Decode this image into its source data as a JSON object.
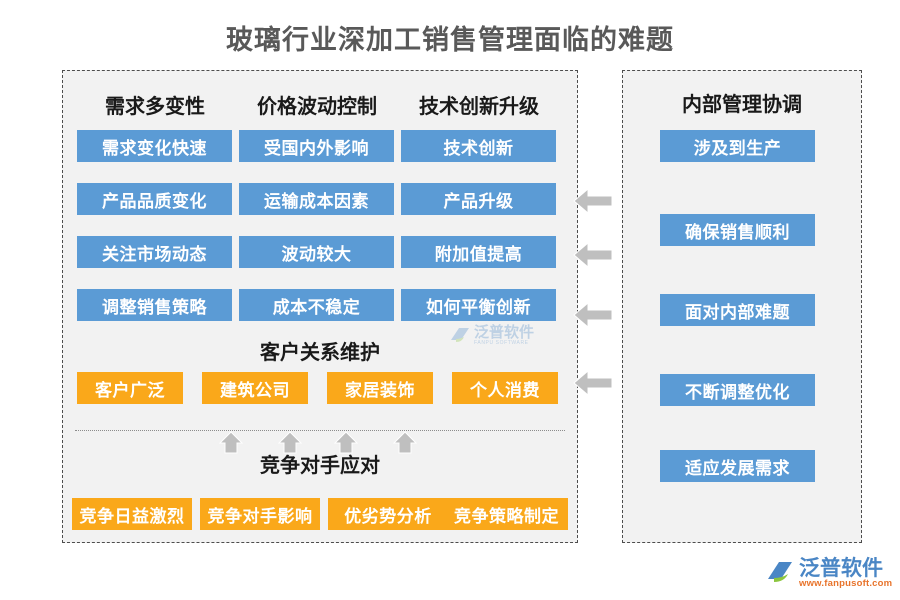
{
  "title": "玻璃行业深加工销售管理面临的难题",
  "colors": {
    "blue": "#5B9BD5",
    "orange": "#FAA81A",
    "panel_bg": "#F2F2F2",
    "panel_border": "#4d4d4d",
    "title_text": "#595959",
    "arrow_gray": "#BFBFBF",
    "logo_blue": "#4a86c5",
    "logo_orange": "#E8742C"
  },
  "left_panel": {
    "column_headings": [
      "需求多变性",
      "价格波动控制",
      "技术创新升级"
    ],
    "matrix_rows": [
      [
        "需求变化快速",
        "受国内外影响",
        "技术创新"
      ],
      [
        "产品品质变化",
        "运输成本因素",
        "产品升级"
      ],
      [
        "关注市场动态",
        "波动较大",
        "附加值提高"
      ],
      [
        "调整销售策略",
        "成本不稳定",
        "如何平衡创新"
      ]
    ],
    "customer_section": {
      "heading": "客户关系维护",
      "items": [
        "客户广泛",
        "建筑公司",
        "家居装饰",
        "个人消费"
      ]
    },
    "competitor_section": {
      "heading": "竞争对手应对",
      "items": [
        "竞争日益激烈",
        "竞争对手影响",
        "优劣势分析",
        "竞争策略制定"
      ]
    }
  },
  "right_panel": {
    "heading": "内部管理协调",
    "items": [
      "涉及到生产",
      "确保销售顺利",
      "面对内部难题",
      "不断调整优化",
      "适应发展需求"
    ]
  },
  "arrows": {
    "left_count": 4,
    "up_count": 4
  },
  "watermark": {
    "cn": "泛普软件",
    "en": "FANPU SOFTWARE"
  },
  "footer_logo": {
    "cn": "泛普软件",
    "url": "www.fanpusoft.com"
  }
}
